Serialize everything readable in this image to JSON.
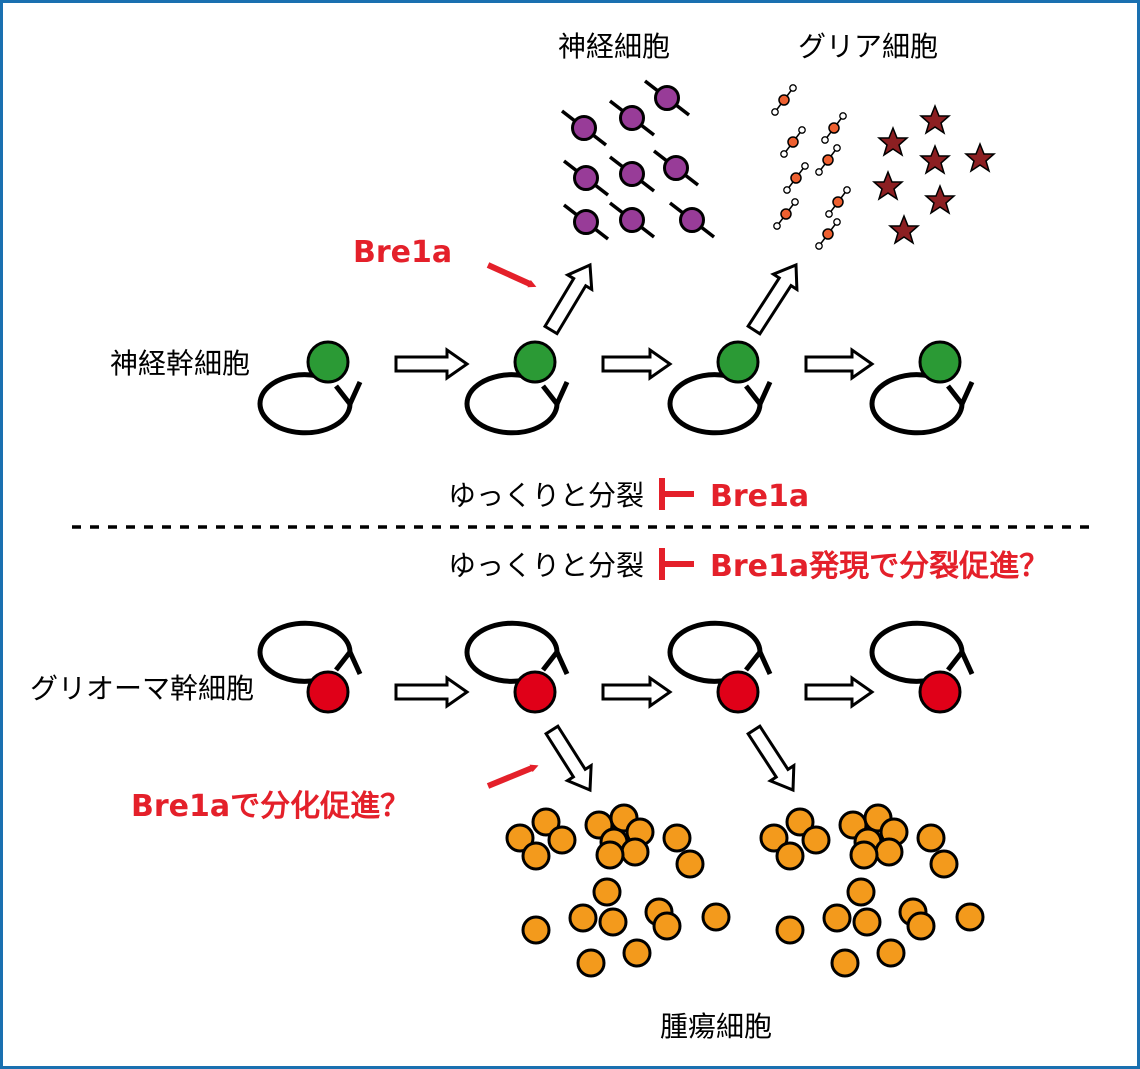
{
  "labels": {
    "neuron": "神経細胞",
    "glia": "グリア細胞",
    "neural_stem": "神経幹細胞",
    "glioma_stem": "グリオーマ幹細胞",
    "tumor": "腫瘍細胞",
    "slow_division_top": "ゆっくりと分裂",
    "slow_division_bottom": "ゆっくりと分裂"
  },
  "annotations": {
    "bre1a_top": "Bre1a",
    "inhibit_top": "Bre1a",
    "inhibit_bottom": "Bre1a発現で分裂促進？",
    "differentiation": "Bre1aで分化促進？"
  },
  "colors": {
    "border": "#1a70b0",
    "neural_stem": "#2b9a35",
    "glioma_stem": "#e00018",
    "neuron": "#983c98",
    "glia_oligo": "#ee6030",
    "astrocyte": "#8c1f22",
    "tumor": "#f39a1c",
    "annotation_red": "#e4202a"
  }
}
